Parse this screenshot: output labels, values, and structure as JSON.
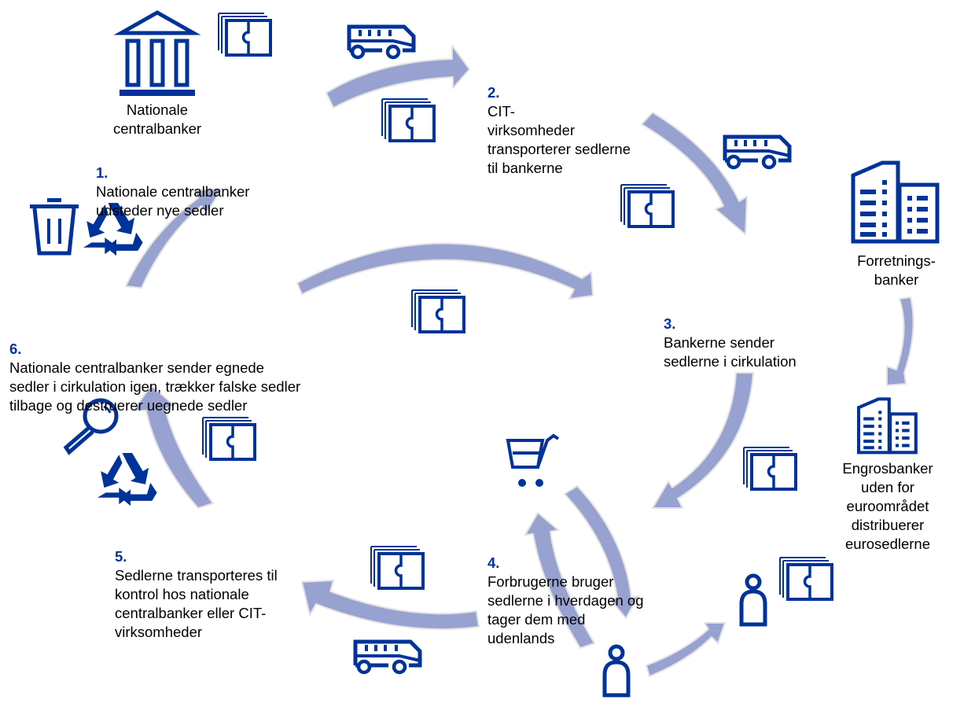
{
  "diagram": {
    "type": "cycle",
    "colors": {
      "icon": "#003399",
      "step_number": "#003399",
      "arrow_fill": "#98a2d1",
      "arrow_outline": "#e2e2e2",
      "text": "#000000",
      "background": "#ffffff"
    },
    "actors": {
      "central_banks": "Nationale\ncentralbanker",
      "commercial_banks": "Forretnings-\nbanker",
      "wholesale_banks": "Engrosbanker\nuden for\neuroområdet\ndistribuerer\neurosedlerne"
    },
    "steps": [
      {
        "number": "1.",
        "text": "Nationale centralbanker\nudsteder nye sedler"
      },
      {
        "number": "2.",
        "text": "CIT-\nvirksomheder\ntransporterer sedlerne\ntil bankerne"
      },
      {
        "number": "3.",
        "text": "Bankerne sender\nsedlerne i cirkulation"
      },
      {
        "number": "4.",
        "text": "Forbrugerne bruger\nsedlerne i hverdagen og\ntager dem med\nudenlands"
      },
      {
        "number": "5.",
        "text": "Sedlerne transporteres til\nkontrol hos nationale\ncentralbanker eller CIT-\nvirksomheder"
      },
      {
        "number": "6.",
        "text": "Nationale centralbanker sender egnede\nsedler i cirkulation igen, trækker falske sedler\ntilbage og destruerer uegnede sedler"
      }
    ],
    "icons": [
      "central-bank-building-icon",
      "banknotes-icon",
      "cit-van-icon",
      "office-buildings-icon",
      "shopping-cart-icon",
      "person-icon",
      "magnifier-icon",
      "recycle-icon",
      "trash-bin-icon"
    ]
  }
}
